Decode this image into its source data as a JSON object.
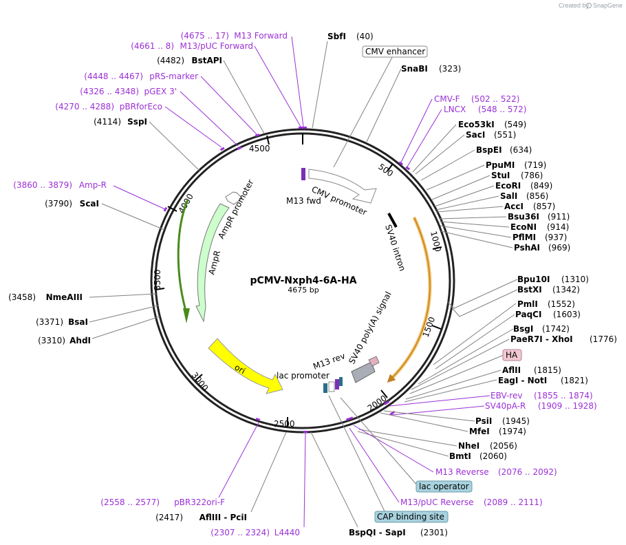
{
  "plasmid": {
    "name": "pCMV-Nxph4-6A-HA",
    "size_label": "4675 bp"
  },
  "credit": {
    "prefix": "Created by",
    "brand": "SnapGene"
  },
  "ticks": [
    "500",
    "1000",
    "1500",
    "2000",
    "2500",
    "3000",
    "3500",
    "4000",
    "4500"
  ],
  "features": [
    {
      "name": "CMV promoter",
      "type": "promoter",
      "color": "#ffffff"
    },
    {
      "name": "SV40 intron",
      "type": "intron",
      "color": "#000000"
    },
    {
      "name": "SV40 poly(A) signal",
      "type": "polyA",
      "color": "#a9adb5"
    },
    {
      "name": "M13 rev",
      "type": "primer_bind",
      "color": "#7b2fb5"
    },
    {
      "name": "lac promoter",
      "type": "promoter",
      "color": "#ffffff"
    },
    {
      "name": "ori",
      "type": "rep_origin",
      "color": "#ffff00"
    },
    {
      "name": "AmpR",
      "type": "CDS",
      "color": "#ccffcc"
    },
    {
      "name": "AmpR promoter",
      "type": "promoter",
      "color": "#ffffff"
    },
    {
      "name": "M13 fwd",
      "type": "primer_bind",
      "color": "#7b2fb5"
    }
  ],
  "right_labels": [
    {
      "name": "SnaBI",
      "range": "(323)",
      "kind": "enzyme"
    },
    {
      "name": "CMV-F",
      "range": "(502 .. 522)",
      "kind": "primer"
    },
    {
      "name": "LNCX",
      "range": "(548 .. 572)",
      "kind": "primer"
    },
    {
      "name": "Eco53kI",
      "range": "(549)",
      "kind": "enzyme"
    },
    {
      "name": "SacI",
      "range": "(551)",
      "kind": "enzyme"
    },
    {
      "name": "BspEI",
      "range": "(634)",
      "kind": "enzyme"
    },
    {
      "name": "PpuMI",
      "range": "(719)",
      "kind": "enzyme"
    },
    {
      "name": "StuI",
      "range": "(786)",
      "kind": "enzyme"
    },
    {
      "name": "EcoRI",
      "range": "(849)",
      "kind": "enzyme"
    },
    {
      "name": "SalI",
      "range": "(856)",
      "kind": "enzyme"
    },
    {
      "name": "AccI",
      "range": "(857)",
      "kind": "enzyme"
    },
    {
      "name": "Bsu36I",
      "range": "(911)",
      "kind": "enzyme"
    },
    {
      "name": "EcoNI",
      "range": "(914)",
      "kind": "enzyme"
    },
    {
      "name": "PflMI",
      "range": "(937)",
      "kind": "enzyme"
    },
    {
      "name": "PshAI",
      "range": "(969)",
      "kind": "enzyme"
    },
    {
      "name": "Bpu10I",
      "range": "(1310)",
      "kind": "enzyme"
    },
    {
      "name": "BstXI",
      "range": "(1342)",
      "kind": "enzyme"
    },
    {
      "name": "PmlI",
      "range": "(1552)",
      "kind": "enzyme"
    },
    {
      "name": "PaqCI",
      "range": "(1603)",
      "kind": "enzyme"
    },
    {
      "name": "BsgI",
      "range": "(1742)",
      "kind": "enzyme"
    },
    {
      "name": "PaeR7I - XhoI",
      "range": "(1776)",
      "kind": "enzyme"
    },
    {
      "name": "AflII",
      "range": "(1815)",
      "kind": "enzyme"
    },
    {
      "name": "EagI - NotI",
      "range": "(1821)",
      "kind": "enzyme"
    },
    {
      "name": "EBV-rev",
      "range": "(1855 .. 1874)",
      "kind": "primer"
    },
    {
      "name": "SV40pA-R",
      "range": "(1909 .. 1928)",
      "kind": "primer"
    },
    {
      "name": "PsiI",
      "range": "(1945)",
      "kind": "enzyme"
    },
    {
      "name": "MfeI",
      "range": "(1974)",
      "kind": "enzyme"
    },
    {
      "name": "NheI",
      "range": "(2056)",
      "kind": "enzyme"
    },
    {
      "name": "BmtI",
      "range": "(2060)",
      "kind": "enzyme"
    },
    {
      "name": "M13 Reverse",
      "range": "(2076 .. 2092)",
      "kind": "primer"
    },
    {
      "name": "M13/pUC Reverse",
      "range": "(2089 .. 2111)",
      "kind": "primer"
    },
    {
      "name": "BspQI - SapI",
      "range": "(2301)",
      "kind": "enzyme"
    }
  ],
  "left_labels": [
    {
      "name": "SbfI",
      "range": "(40)",
      "kind": "enzyme"
    },
    {
      "name": "M13 Forward",
      "range": "(4675 .. 17)",
      "kind": "primer"
    },
    {
      "name": "M13/pUC Forward",
      "range": "(4661 .. 8)",
      "kind": "primer"
    },
    {
      "name": "BstAPI",
      "range": "(4482)",
      "kind": "enzyme"
    },
    {
      "name": "pRS-marker",
      "range": "(4448 .. 4467)",
      "kind": "primer"
    },
    {
      "name": "pGEX 3'",
      "range": "(4326 .. 4348)",
      "kind": "primer"
    },
    {
      "name": "pBRforEco",
      "range": "(4270 .. 4288)",
      "kind": "primer"
    },
    {
      "name": "SspI",
      "range": "(4114)",
      "kind": "enzyme"
    },
    {
      "name": "Amp-R",
      "range": "(3860 .. 3879)",
      "kind": "primer"
    },
    {
      "name": "ScaI",
      "range": "(3790)",
      "kind": "enzyme"
    },
    {
      "name": "NmeAIII",
      "range": "(3458)",
      "kind": "enzyme"
    },
    {
      "name": "BsaI",
      "range": "(3371)",
      "kind": "enzyme"
    },
    {
      "name": "AhdI",
      "range": "(3310)",
      "kind": "enzyme"
    },
    {
      "name": "pBR322ori-F",
      "range": "(2558 .. 2577)",
      "kind": "primer"
    },
    {
      "name": "AflIII - PciI",
      "range": "(2417)",
      "kind": "enzyme"
    },
    {
      "name": "L4440",
      "range": "(2307 .. 2324)",
      "kind": "primer"
    }
  ],
  "boxed_labels": [
    {
      "name": "CMV enhancer",
      "fill": "#ffffff"
    },
    {
      "name": "HA",
      "fill": "#f2c9d2"
    },
    {
      "name": "lac operator",
      "fill": "#a8d2de"
    },
    {
      "name": "CAP binding site",
      "fill": "#a8d2de"
    }
  ]
}
